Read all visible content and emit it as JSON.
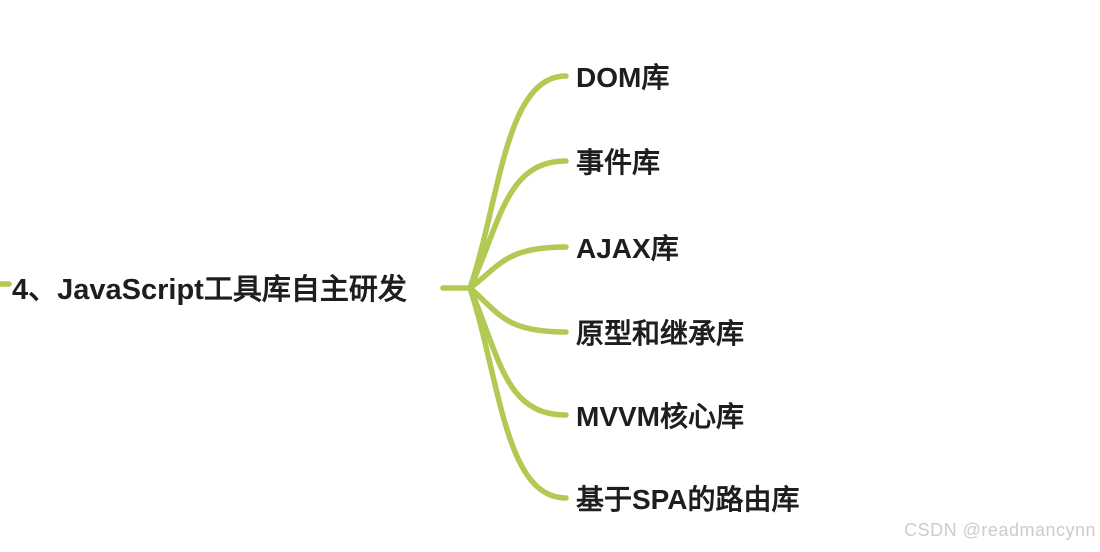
{
  "root": {
    "label": "4、JavaScript工具库自主研发"
  },
  "children": [
    {
      "label": "DOM库"
    },
    {
      "label": "事件库"
    },
    {
      "label": "AJAX库"
    },
    {
      "label": "原型和继承库"
    },
    {
      "label": "MVVM核心库"
    },
    {
      "label": "基于SPA的路由库"
    }
  ],
  "watermark": {
    "text": "CSDN @readmancynn"
  },
  "colors": {
    "branch": "#b2c954",
    "text": "#1e1e1e",
    "watermark": "#cccccc",
    "background": "#ffffff"
  }
}
